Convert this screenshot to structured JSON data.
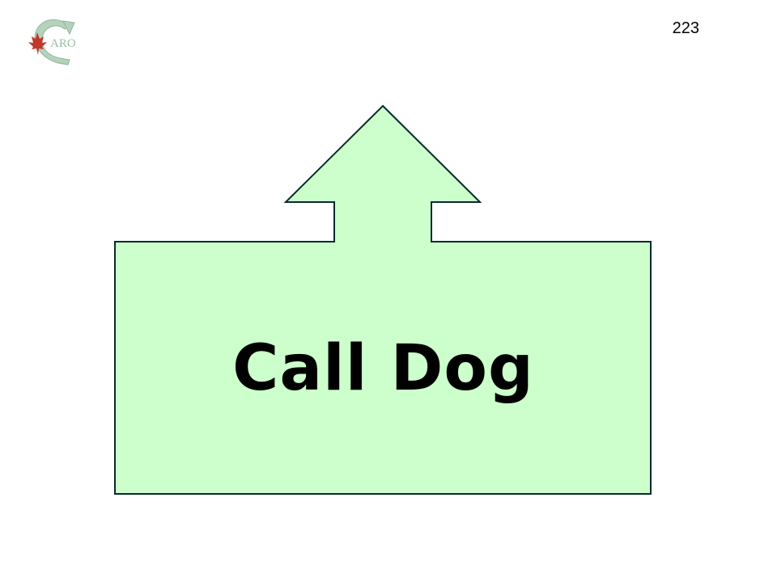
{
  "logo": {
    "text": "ARO",
    "icon": "maple-leaf-circular-arrow-logo"
  },
  "page_number": "223",
  "sign": {
    "label": "Call Dog",
    "fill_color": "#ccffcc",
    "stroke_color": "#0a2a2a"
  }
}
